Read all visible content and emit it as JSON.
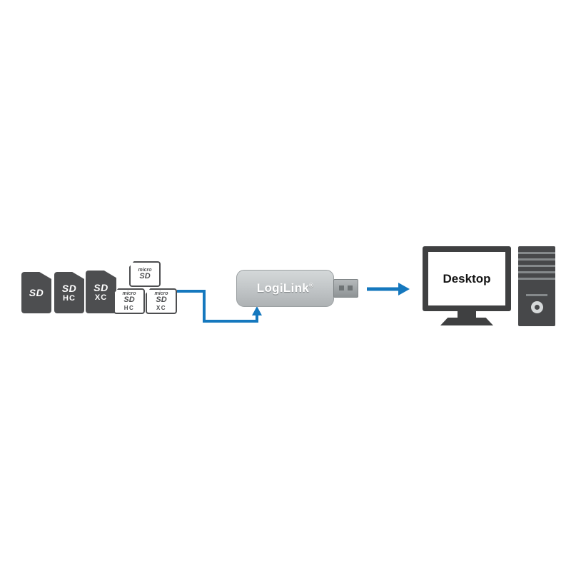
{
  "colors": {
    "card_body": "#4d4e50",
    "card_text": "#ffffff",
    "micro_card_border": "#4d4e50",
    "arrow_blue": "#1578be",
    "reader_body": "#c0c4c6",
    "computer_body": "#3f4041"
  },
  "cards": {
    "sd": {
      "label": "SD"
    },
    "sdhc": {
      "line1": "SD",
      "line2": "HC"
    },
    "sdxc": {
      "line1": "SD",
      "line2": "XC"
    },
    "micro_sd": {
      "prefix": "micro",
      "name": "SD"
    },
    "micro_sdhc": {
      "prefix": "micro",
      "name": "SD",
      "type": "HC"
    },
    "micro_sdxc": {
      "prefix": "micro",
      "name": "SD",
      "type": "XC"
    }
  },
  "reader": {
    "brand": "LogiLink",
    "reg": "®"
  },
  "computer": {
    "screen_label": "Desktop"
  }
}
